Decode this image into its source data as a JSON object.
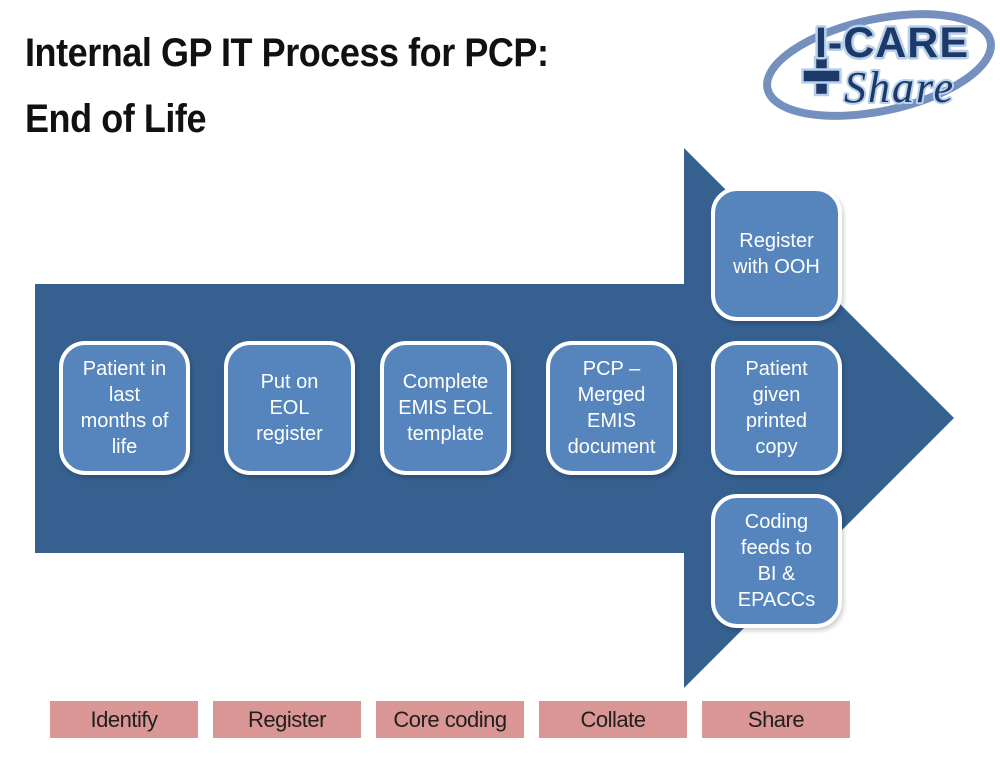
{
  "title": "Internal GP IT Process for PCP:\nEnd of Life",
  "logo": {
    "line1": "I-CARE",
    "line2": "Share"
  },
  "colors": {
    "arrow": "#36608f",
    "box": "#5585bc",
    "box_border": "#ffffff",
    "box_text": "#ffffff",
    "stage_bg": "#d99694",
    "stage_text": "#1f1f1f",
    "title_text": "#111111",
    "logo_navy": "#1c3a69",
    "logo_outline": "#b9d0ea",
    "logo_swoosh": "#7590bf"
  },
  "process_boxes": [
    {
      "id": "patient-in-last-months",
      "text": "Patient in\nlast\nmonths of\nlife"
    },
    {
      "id": "put-on-eol-register",
      "text": "Put on\nEOL\nregister"
    },
    {
      "id": "complete-emis-eol-template",
      "text": "Complete\nEMIS EOL\ntemplate"
    },
    {
      "id": "pcp-merged-emis-document",
      "text": "PCP –\nMerged\nEMIS\ndocument"
    },
    {
      "id": "register-with-ooh",
      "text": "Register\nwith OOH"
    },
    {
      "id": "patient-given-printed-copy",
      "text": "Patient\ngiven\nprinted\ncopy"
    },
    {
      "id": "coding-feeds-bi-epaccs",
      "text": "Coding\nfeeds to\nBI &\nEPACCs"
    }
  ],
  "stage_labels": [
    "Identify",
    "Register",
    "Core coding",
    "Collate",
    "Share"
  ]
}
